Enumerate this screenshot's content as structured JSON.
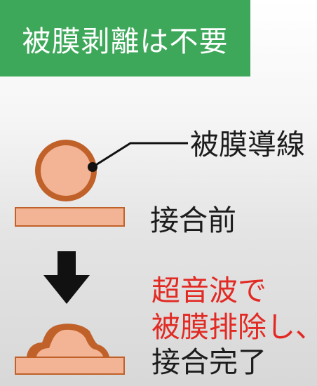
{
  "header": {
    "title": "被膜剥離は不要"
  },
  "labels": {
    "coated_wire": "被膜導線",
    "before_bonding": "接合前",
    "process_line1": "超音波で",
    "process_line2": "被膜排除し、",
    "process_line3": "接合完了"
  },
  "colors": {
    "header_green": "#3ea85a",
    "copper_fill": "#f2b494",
    "coating_brown": "#c0612a",
    "highlight_red": "#e22a24",
    "arrow_black": "#111111"
  },
  "icons": {
    "process_arrow": "down-arrow-icon"
  }
}
